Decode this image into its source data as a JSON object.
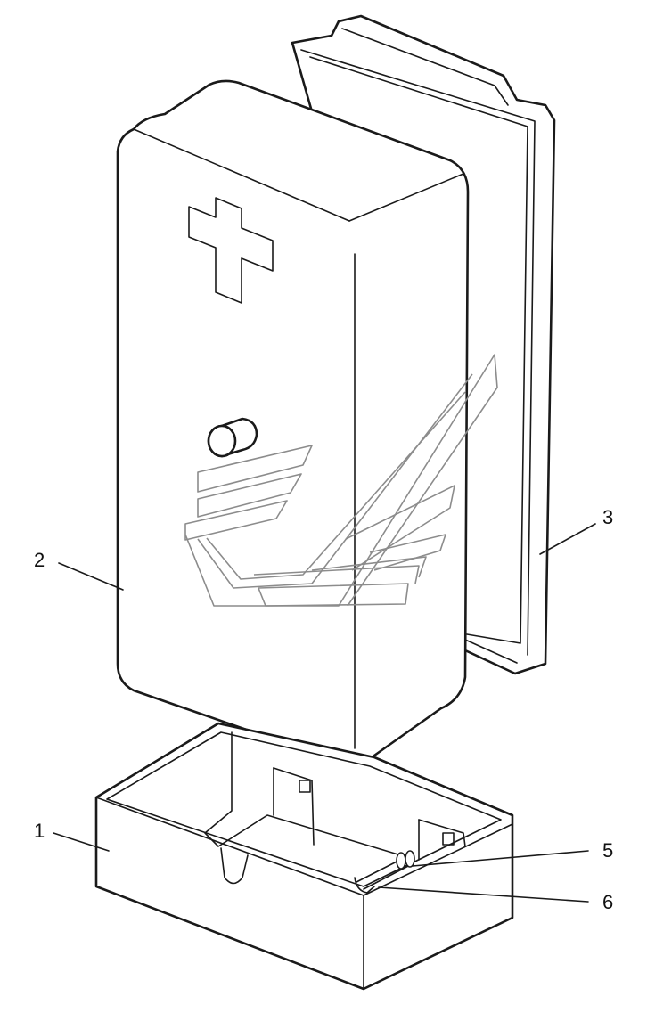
{
  "callouts": [
    {
      "id": "1",
      "label": "1"
    },
    {
      "id": "2",
      "label": "2"
    },
    {
      "id": "3",
      "label": "3"
    },
    {
      "id": "5",
      "label": "5"
    },
    {
      "id": "6",
      "label": "6"
    }
  ],
  "colors": {
    "line": "#1a1a1a",
    "watermark": "#8c8c8c",
    "background": "#ffffff"
  }
}
